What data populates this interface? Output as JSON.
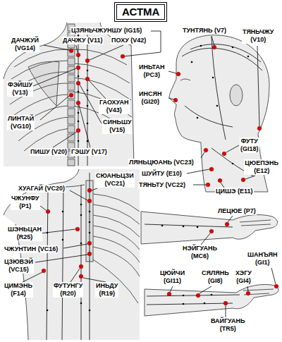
{
  "diagram": {
    "title": "АСТМА",
    "labels": [
      "ЦЗЯНЬЧЖУНШУ (IG15)",
      "ТУНТЯНЬ (V7)",
      "ТЯНЬЧЖУ (V10)",
      "ДАЧЖУЙ (VG14)",
      "ДАЧЖУ (V11)",
      "ПОХУ (V42)",
      "ИНЬТАН (PC3)",
      "ФЭЙШУ (V13)",
      "ИНСЯН (GI20)",
      "ГАОХУАН (V43)",
      "ЛИНТАЙ (VG10)",
      "СИНЬШУ (V15)",
      "ФУТУ (GI18)",
      "ПИШУ (V20)",
      "ГЭШУ (V17)",
      "ЛЯНЬЦЮАНЬ (VC23)",
      "ЦЮЕПЭНЬ (E12)",
      "ШУЙТУ (E10)",
      "СЮАНЬЦЗИ (VC21)",
      "ТЯНЬТУ (VC22)",
      "ХУАГАЙ (VC20)",
      "ЦИШЭ (E11)",
      "ЧЖУНФУ (P1)",
      "ЛЕЦЮЕ (P7)",
      "ШЭНЬЦАН (R25)",
      "ЧЖУНТИН (VC16)",
      "НЭЙГУАНЬ (MC6)",
      "ШАНЪЯН (GI1)",
      "ЦЗЮВЭЙ (VC15)",
      "ЦЮЙЧИ (GI11)",
      "СЯЛЯНЬ (GI8)",
      "ХЭГУ (GI4)",
      "ЦИМЭНЬ (F14)",
      "ФУТУНГУ (R20)",
      "ИНЬДУ (R19)",
      "ВАЙГУАНЬ (TR5)"
    ]
  }
}
